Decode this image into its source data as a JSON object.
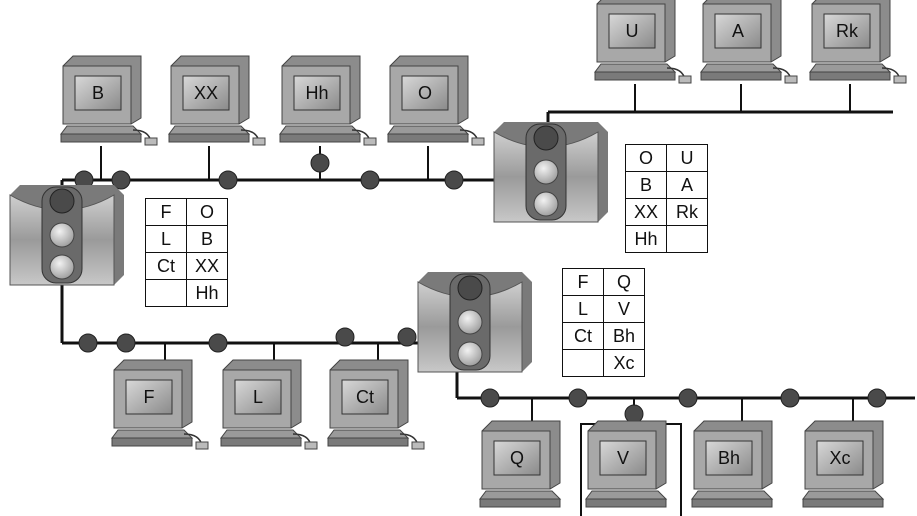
{
  "pcs": {
    "b": "B",
    "xx": "XX",
    "hh": "Hh",
    "o": "O",
    "u": "U",
    "a": "A",
    "rk": "Rk",
    "f": "F",
    "l": "L",
    "ct": "Ct",
    "q": "Q",
    "v": "V",
    "bh": "Bh",
    "xc": "Xc"
  },
  "tables": {
    "left": [
      [
        "F",
        "O"
      ],
      [
        "L",
        "B"
      ],
      [
        "Ct",
        "XX"
      ],
      [
        "",
        "Hh"
      ]
    ],
    "top_right": [
      [
        "O",
        "U"
      ],
      [
        "B",
        "A"
      ],
      [
        "XX",
        "Rk"
      ],
      [
        "Hh",
        ""
      ]
    ],
    "middle": [
      [
        "F",
        "Q"
      ],
      [
        "L",
        "V"
      ],
      [
        "Ct",
        "Bh"
      ],
      [
        "",
        "Xc"
      ]
    ]
  },
  "colors": {
    "device": "#9a9a9a",
    "node": "#4a4a4a",
    "line": "#111111"
  }
}
